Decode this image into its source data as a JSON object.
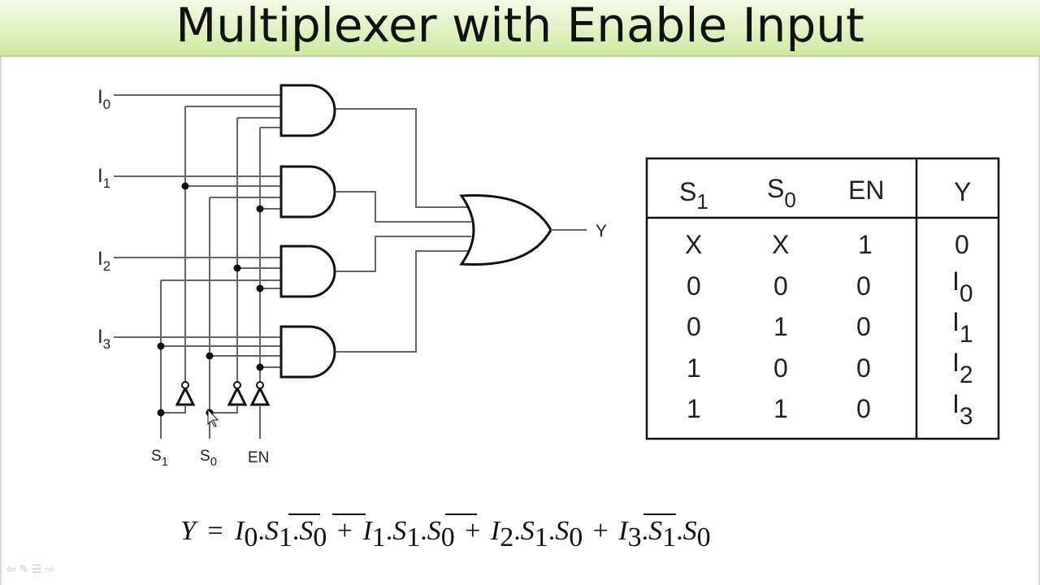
{
  "title": "Multiplexer with Enable Input",
  "circuit": {
    "inputs": [
      "I",
      "I",
      "I",
      "I"
    ],
    "input_subs": [
      "0",
      "1",
      "2",
      "3"
    ],
    "selects": [
      {
        "base": "S",
        "sub": "1"
      },
      {
        "base": "S",
        "sub": "0"
      },
      {
        "base": "EN",
        "sub": ""
      }
    ],
    "output": "Y"
  },
  "truth_table": {
    "headers": [
      {
        "base": "S",
        "sub": "1"
      },
      {
        "base": "S",
        "sub": "0"
      },
      {
        "base": "EN",
        "sub": ""
      },
      {
        "base": "Y",
        "sub": ""
      }
    ],
    "rows": [
      {
        "s1": "X",
        "s0": "X",
        "en": "1",
        "y": "0",
        "y_sub": ""
      },
      {
        "s1": "0",
        "s0": "0",
        "en": "0",
        "y": "I",
        "y_sub": "0"
      },
      {
        "s1": "0",
        "s0": "1",
        "en": "0",
        "y": "I",
        "y_sub": "1"
      },
      {
        "s1": "1",
        "s0": "0",
        "en": "0",
        "y": "I",
        "y_sub": "2"
      },
      {
        "s1": "1",
        "s0": "1",
        "en": "0",
        "y": "I",
        "y_sub": "3"
      }
    ]
  },
  "equation": {
    "lhs": "Y",
    "eq": "=",
    "terms": [
      {
        "I": "I",
        "i": "0",
        "a": "S",
        "a_sub": "1",
        "a_bar": true,
        "b": "S",
        "b_sub": "0",
        "b_bar": true
      },
      {
        "I": "I",
        "i": "1",
        "a": "S",
        "a_sub": "1",
        "a_bar": true,
        "b": "S",
        "b_sub": "0",
        "b_bar": false
      },
      {
        "I": "I",
        "i": "2",
        "a": "S",
        "a_sub": "1",
        "a_bar": false,
        "b": "S",
        "b_sub": "0",
        "b_bar": true
      },
      {
        "I": "I",
        "i": "3",
        "a": "S",
        "a_sub": "1",
        "a_bar": false,
        "b": "S",
        "b_sub": "0",
        "b_bar": false
      }
    ],
    "plus": "+",
    "dot": "."
  }
}
